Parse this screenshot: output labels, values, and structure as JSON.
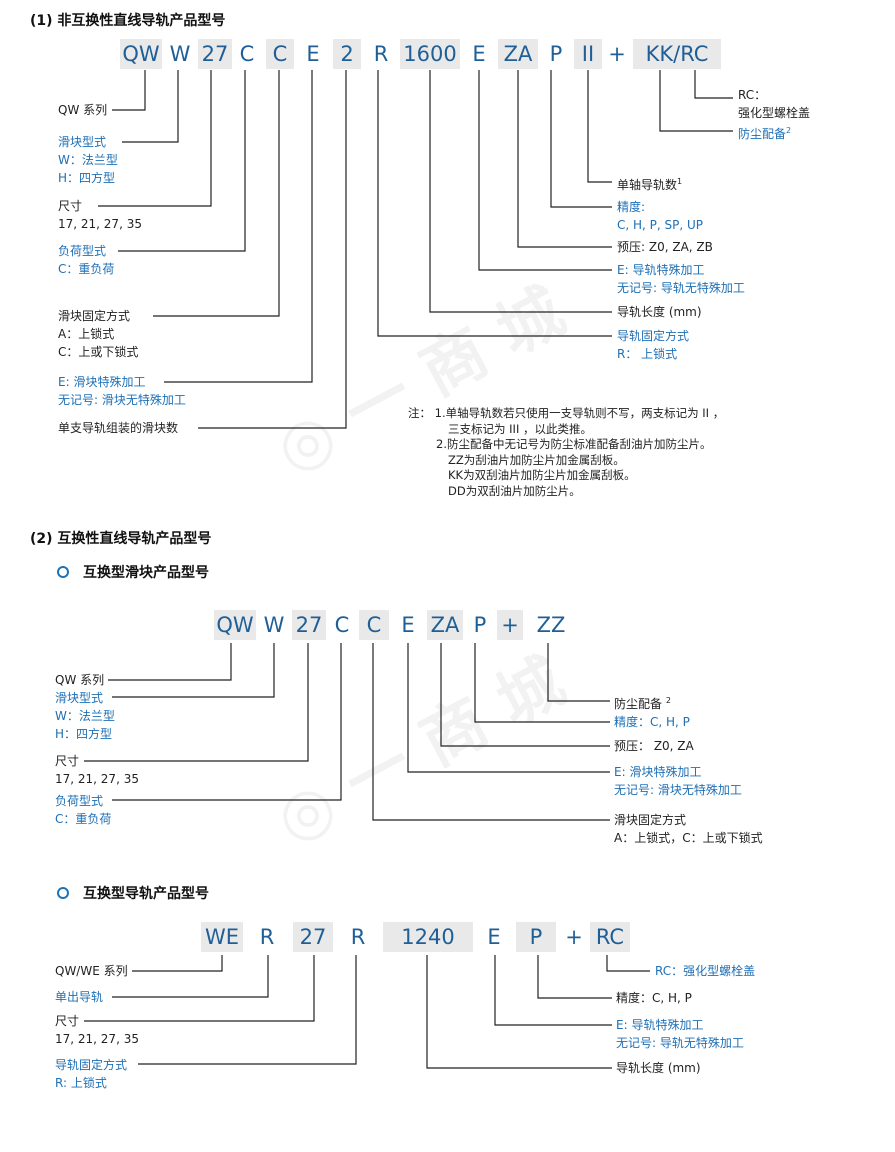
{
  "section1": {
    "title": "(1) 非互换性直线导轨产品型号",
    "codes": [
      "QW",
      "W",
      "27",
      "C",
      "C",
      "E",
      "2",
      "R",
      "1600",
      "E",
      "ZA",
      "P",
      "II",
      "+",
      "KK/RC"
    ],
    "left_labels": {
      "series": "QW 系列",
      "block_type": [
        "滑块型式",
        "W：法兰型",
        "H：四方型"
      ],
      "size": [
        "尺寸",
        "17, 21, 27, 35"
      ],
      "load": [
        "负荷型式",
        "C：重负荷"
      ],
      "block_fix": [
        "滑块固定方式",
        "A：上锁式",
        "C：上或下锁式"
      ],
      "block_special": [
        "E: 滑块特殊加工",
        "无记号: 滑块无特殊加工"
      ],
      "block_count": "单支导轨组装的滑块数"
    },
    "right_labels": {
      "rc": [
        "RC：",
        "强化型螺栓盖"
      ],
      "dust": "防尘配备",
      "dust_sup": "2",
      "rail_count": "单轴导轨数",
      "rail_count_sup": "1",
      "accuracy": [
        "精度:",
        "C, H, P, SP, UP"
      ],
      "preload": "预压: Z0, ZA, ZB",
      "rail_special": [
        "E: 导轨特殊加工",
        "无记号: 导轨无特殊加工"
      ],
      "rail_length": "导轨长度 (mm)",
      "rail_fix": [
        "导轨固定方式",
        "R： 上锁式"
      ]
    },
    "notes": [
      "注： 1.单轴导轨数若只使用一支导轨则不写，两支标记为 II ，",
      "三支标记为 III ，以此类推。",
      "2.防尘配备中无记号为防尘标准配备刮油片加防尘片。",
      "ZZ为刮油片加防尘片加金属刮板。",
      "KK为双刮油片加防尘片加金属刮板。",
      "DD为双刮油片加防尘片。"
    ]
  },
  "section2": {
    "title": "(2) 互换性直线导轨产品型号",
    "blocks": {
      "subtitle": "互换型滑块产品型号",
      "codes": [
        "QW",
        "W",
        "27",
        "C",
        "C",
        "E",
        "ZA",
        "P",
        "+",
        "ZZ"
      ],
      "left_labels": {
        "series": "QW 系列",
        "block_type": [
          "滑块型式",
          "W：法兰型",
          "H：四方型"
        ],
        "size": [
          "尺寸",
          "17, 21, 27, 35"
        ],
        "load": [
          "负荷型式",
          "C：重负荷"
        ]
      },
      "right_labels": {
        "dust": "防尘配备",
        "dust_sup": "2",
        "accuracy": "精度：C, H, P",
        "preload": "预压： Z0, ZA",
        "special": [
          "E: 滑块特殊加工",
          "无记号: 滑块无特殊加工"
        ],
        "fix": [
          "滑块固定方式",
          "A：上锁式，C：上或下锁式"
        ]
      }
    },
    "rails": {
      "subtitle": "互换型导轨产品型号",
      "codes": [
        "WE",
        "R",
        "27",
        "R",
        "1240",
        "E",
        "P",
        "+",
        "RC"
      ],
      "left_labels": {
        "series": "QW/WE 系列",
        "single": "单出导轨",
        "size": [
          "尺寸",
          "17, 21, 27, 35"
        ],
        "fix": [
          "导轨固定方式",
          "R: 上锁式"
        ]
      },
      "right_labels": {
        "rc": "RC：强化型螺栓盖",
        "accuracy": "精度：C, H, P",
        "special": [
          "E: 导轨特殊加工",
          "无记号: 导轨无特殊加工"
        ],
        "length": "导轨长度 (mm)"
      }
    }
  },
  "colors": {
    "code_text": "#1f5f97",
    "label_blue": "#1e6fb5",
    "code_bg": "#e9e9e9",
    "line": "#222222"
  }
}
